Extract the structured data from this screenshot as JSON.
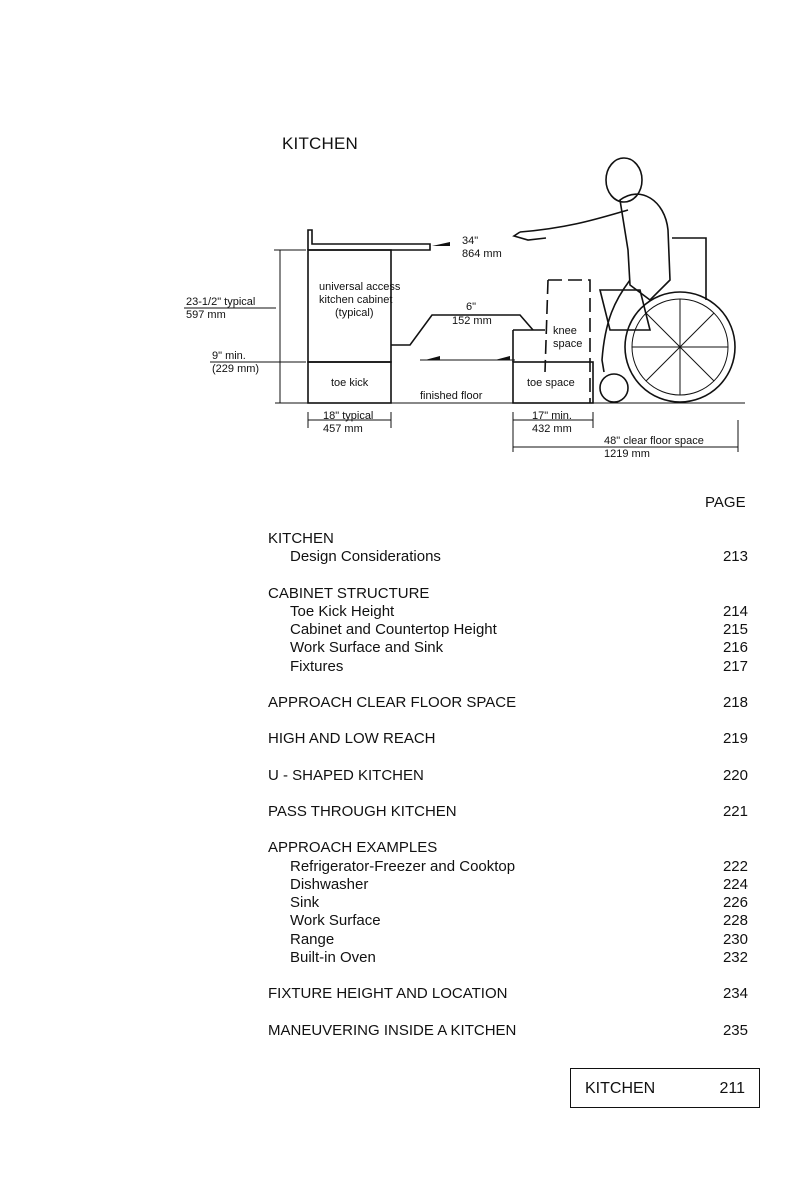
{
  "page_title": "KITCHEN",
  "diagram": {
    "labels": {
      "reach_in": "34\"",
      "reach_mm": "864 mm",
      "cabinet_line1": "universal access",
      "cabinet_line2": "kitchen cabinet",
      "cabinet_line3": "(typical)",
      "height_in": "23-1/2\" typical",
      "height_mm": "597 mm",
      "kick_in": "9\" min.",
      "kick_mm": "(229 mm)",
      "six_in": "6\"",
      "six_mm": "152 mm",
      "knee1": "knee",
      "knee2": "space",
      "toe_kick": "toe kick",
      "toe_space": "toe space",
      "finished_floor": "finished floor",
      "depth_in": "18\" typical",
      "depth_mm": "457 mm",
      "toe_depth_in": "17\" min.",
      "toe_depth_mm": "432 mm",
      "clear_in": "48\" clear floor space",
      "clear_mm": "1219 mm"
    }
  },
  "toc": {
    "header": "PAGE",
    "sections": [
      {
        "items": [
          {
            "label": "KITCHEN",
            "page": "",
            "sub": false
          },
          {
            "label": "Design Considerations",
            "page": "213",
            "sub": true
          }
        ]
      },
      {
        "items": [
          {
            "label": "CABINET STRUCTURE",
            "page": "",
            "sub": false
          },
          {
            "label": "Toe Kick Height",
            "page": "214",
            "sub": true
          },
          {
            "label": "Cabinet and Countertop Height",
            "page": "215",
            "sub": true
          },
          {
            "label": "Work Surface and Sink",
            "page": "216",
            "sub": true
          },
          {
            "label": "Fixtures",
            "page": "217",
            "sub": true
          }
        ]
      },
      {
        "items": [
          {
            "label": "APPROACH CLEAR FLOOR SPACE",
            "page": "218",
            "sub": false
          }
        ]
      },
      {
        "items": [
          {
            "label": "HIGH AND LOW REACH",
            "page": "219",
            "sub": false
          }
        ]
      },
      {
        "items": [
          {
            "label": "U - SHAPED KITCHEN",
            "page": "220",
            "sub": false
          }
        ]
      },
      {
        "items": [
          {
            "label": "PASS THROUGH KITCHEN",
            "page": "221",
            "sub": false
          }
        ]
      },
      {
        "items": [
          {
            "label": "APPROACH EXAMPLES",
            "page": "",
            "sub": false
          },
          {
            "label": "Refrigerator-Freezer and Cooktop",
            "page": "222",
            "sub": true
          },
          {
            "label": "Dishwasher",
            "page": "224",
            "sub": true
          },
          {
            "label": "Sink",
            "page": "226",
            "sub": true
          },
          {
            "label": "Work Surface",
            "page": "228",
            "sub": true
          },
          {
            "label": "Range",
            "page": "230",
            "sub": true
          },
          {
            "label": "Built-in Oven",
            "page": "232",
            "sub": true
          }
        ]
      },
      {
        "items": [
          {
            "label": "FIXTURE HEIGHT AND LOCATION",
            "page": "234",
            "sub": false
          }
        ]
      },
      {
        "items": [
          {
            "label": "MANEUVERING INSIDE A KITCHEN",
            "page": "235",
            "sub": false
          }
        ]
      }
    ]
  },
  "footer": {
    "label": "KITCHEN",
    "page": "211"
  }
}
